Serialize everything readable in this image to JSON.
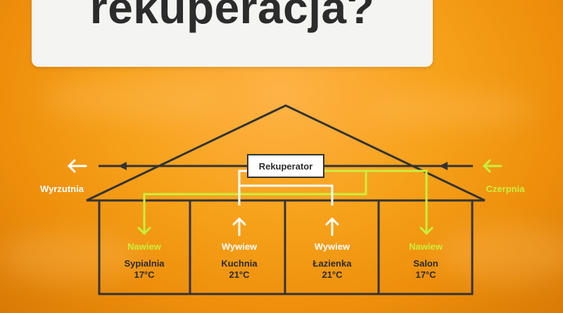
{
  "title": "rekuperacja?",
  "rekuperator": "Rekuperator",
  "outlets": {
    "left": "Wyrzutnia",
    "right": "Czerpnia"
  },
  "rooms": [
    {
      "flow": "Nawiew",
      "name": "Sypialnia",
      "temp": "17°C",
      "direction": "supply"
    },
    {
      "flow": "Wywiew",
      "name": "Kuchnia",
      "temp": "21°C",
      "direction": "exhaust"
    },
    {
      "flow": "Wywiew",
      "name": "Łazienka",
      "temp": "21°C",
      "direction": "exhaust"
    },
    {
      "flow": "Nawiew",
      "name": "Salon",
      "temp": "17°C",
      "direction": "supply"
    }
  ],
  "colors": {
    "supply": "#c9f03c",
    "exhaust": "#ffffff",
    "outline": "#333333",
    "background": "#f39c12"
  }
}
